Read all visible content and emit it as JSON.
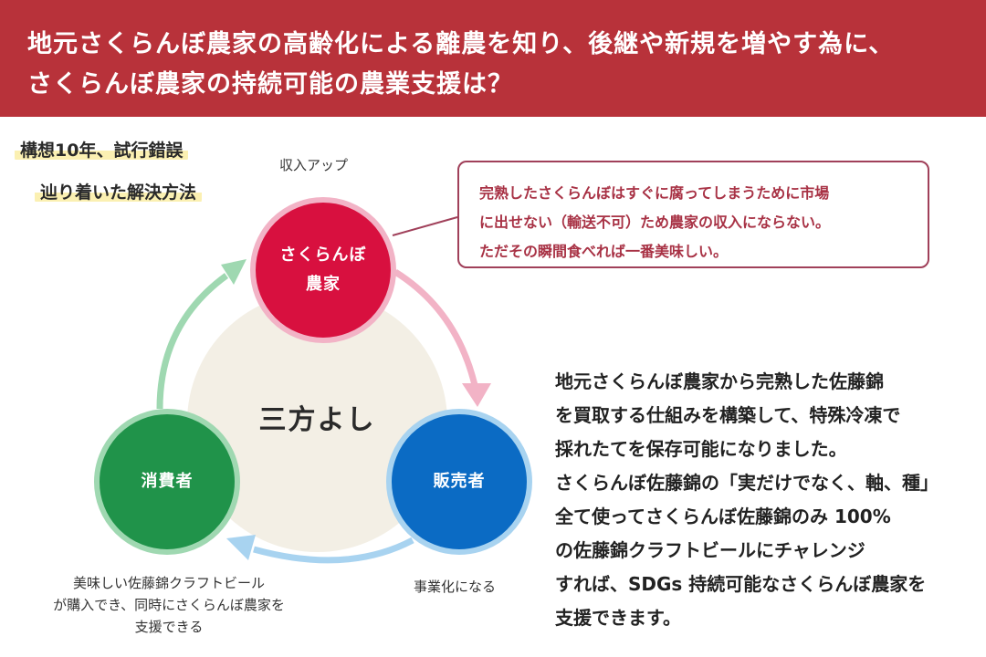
{
  "header": {
    "line1": "地元さくらんぼ農家の高齢化による離農を知り、後継や新規を増やす為に、",
    "line2": "さくらんぼ農家の持続可能の農業支援は？"
  },
  "notes": {
    "line1": "構想10年、試行錯誤",
    "line2": "辿り着いた解決方法"
  },
  "diagram": {
    "center": "三方よし",
    "farmer": {
      "line1": "さくらんぼ",
      "line2": "農家",
      "label": "収入アップ"
    },
    "seller": {
      "label": "販売者",
      "caption": "事業化になる"
    },
    "consumer": {
      "label": "消費者",
      "caption_lines": [
        "美味しい佐藤錦クラフトビール",
        "が購入でき、同時にさくらんぼ農家を",
        "支援できる"
      ]
    }
  },
  "callout": {
    "lines": [
      "完熟したさくらんぼはすぐに腐ってしまうために市場",
      "に出せない（輸送不可）ため農家の収入にならない。",
      "ただその瞬間食べれば一番美味しい。"
    ]
  },
  "description": {
    "lines": [
      "地元さくらんぼ農家から完熟した佐藤錦",
      "を買取する仕組みを構築して、特殊冷凍で",
      "採れたてを保存可能になりました。",
      "さくらんぼ佐藤錦の「実だけでなく、軸、種」",
      "全て使ってさくらんぼ佐藤錦のみ 100%",
      "の佐藤錦クラフトビールにチャレンジ",
      "すれば、SDGs 持続可能なさくらんぼ農家を",
      "支援できます。"
    ]
  },
  "colors": {
    "header": "#b8323a",
    "farmer": "#d8103f",
    "seller": "#0b6bc4",
    "consumer": "#20934a",
    "callout_border": "#a0405a"
  }
}
